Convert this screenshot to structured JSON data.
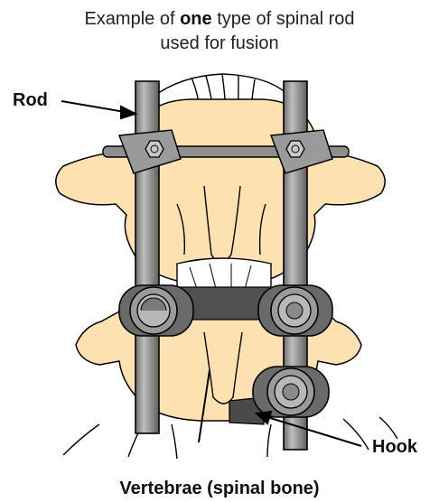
{
  "title": {
    "prefix": "Example of ",
    "emphasis": "one",
    "suffix": " type of spinal rod",
    "line2": "used for fusion"
  },
  "labels": {
    "rod": "Rod",
    "hook": "Hook",
    "vertebrae": "Vertebrae (spinal bone)"
  },
  "colors": {
    "bone": "#fde1b0",
    "rod": "#9b9b9b",
    "hardware_dark": "#5a5a5a",
    "outline": "#000000"
  }
}
